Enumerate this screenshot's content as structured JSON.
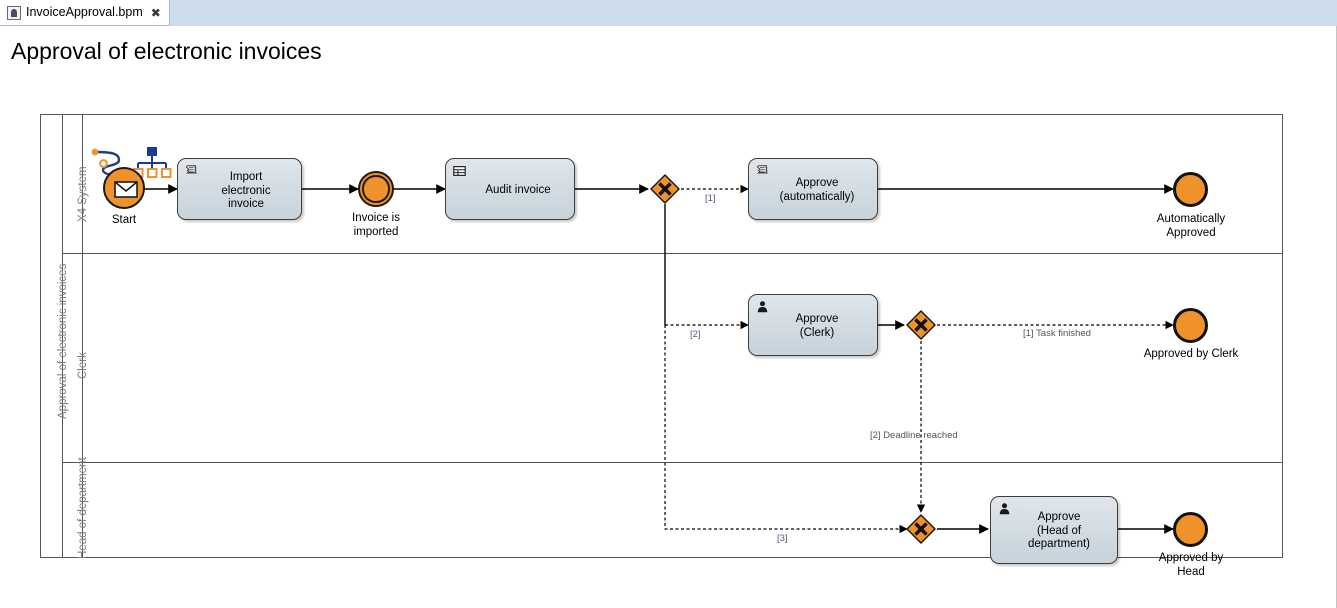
{
  "window": {
    "tab": {
      "title": "InvoiceApproval.bpm",
      "icon": "bpmn-file-icon",
      "close_glyph": "✖"
    }
  },
  "page": {
    "title": "Approval of electronic invoices"
  },
  "diagram": {
    "type": "bpmn",
    "pool": {
      "label": "Approval of electronic invoices"
    },
    "lanes": [
      {
        "id": "lane-x4-system",
        "label": "X4 System"
      },
      {
        "id": "lane-clerk",
        "label": "Clerk"
      },
      {
        "id": "lane-head-of-department",
        "label": "Head of department"
      }
    ],
    "decorations": [
      {
        "id": "deco-flow-loop-icon",
        "name": "process-flow-icon"
      },
      {
        "id": "deco-hierarchy-icon",
        "name": "org-hierarchy-icon"
      }
    ],
    "nodes": [
      {
        "id": "start",
        "kind": "start-event",
        "lane": "lane-x4-system",
        "label": "Start",
        "icon": "envelope-icon"
      },
      {
        "id": "import-invoice",
        "kind": "script-task",
        "lane": "lane-x4-system",
        "label": "Import\nelectronic\ninvoice",
        "icon": "script-icon"
      },
      {
        "id": "invoice-imported",
        "kind": "intermediate-event",
        "lane": "lane-x4-system",
        "label": "Invoice is\nimported",
        "icon": "none"
      },
      {
        "id": "audit-invoice",
        "kind": "business-rule-task",
        "lane": "lane-x4-system",
        "label": "Audit invoice",
        "icon": "table-icon"
      },
      {
        "id": "gateway-1",
        "kind": "exclusive-gateway",
        "lane": "lane-x4-system",
        "label": "",
        "icon": "x-icon"
      },
      {
        "id": "approve-auto",
        "kind": "script-task",
        "lane": "lane-x4-system",
        "label": "Approve\n(automatically)",
        "icon": "script-icon"
      },
      {
        "id": "end-auto",
        "kind": "end-event",
        "lane": "lane-x4-system",
        "label": "Automatically\nApproved",
        "icon": "none"
      },
      {
        "id": "approve-clerk",
        "kind": "user-task",
        "lane": "lane-clerk",
        "label": "Approve\n(Clerk)",
        "icon": "user-icon"
      },
      {
        "id": "gateway-2",
        "kind": "exclusive-gateway",
        "lane": "lane-clerk",
        "label": "",
        "icon": "x-icon"
      },
      {
        "id": "end-clerk",
        "kind": "end-event",
        "lane": "lane-clerk",
        "label": "Approved by Clerk",
        "icon": "none"
      },
      {
        "id": "gateway-3",
        "kind": "exclusive-gateway",
        "lane": "lane-head-of-department",
        "label": "",
        "icon": "x-icon"
      },
      {
        "id": "approve-head",
        "kind": "user-task",
        "lane": "lane-head-of-department",
        "label": "Approve\n(Head of\ndepartment)",
        "icon": "user-icon"
      },
      {
        "id": "end-head",
        "kind": "end-event",
        "lane": "lane-head-of-department",
        "label": "Approved by\nHead",
        "icon": "none"
      }
    ],
    "flows": [
      {
        "id": "f-start-import",
        "from": "start",
        "to": "import-invoice",
        "style": "solid",
        "label": ""
      },
      {
        "id": "f-import-imported",
        "from": "import-invoice",
        "to": "invoice-imported",
        "style": "solid",
        "label": ""
      },
      {
        "id": "f-imported-audit",
        "from": "invoice-imported",
        "to": "audit-invoice",
        "style": "solid",
        "label": ""
      },
      {
        "id": "f-audit-gw1",
        "from": "audit-invoice",
        "to": "gateway-1",
        "style": "solid",
        "label": ""
      },
      {
        "id": "f-gw1-auto",
        "from": "gateway-1",
        "to": "approve-auto",
        "style": "dashed",
        "label": "[1]"
      },
      {
        "id": "f-auto-end",
        "from": "approve-auto",
        "to": "end-auto",
        "style": "solid",
        "label": ""
      },
      {
        "id": "f-gw1-clerk",
        "from": "gateway-1",
        "to": "approve-clerk",
        "style": "dashed",
        "label": "[2]"
      },
      {
        "id": "f-clerk-gw2",
        "from": "approve-clerk",
        "to": "gateway-2",
        "style": "solid",
        "label": ""
      },
      {
        "id": "f-gw2-endclerk",
        "from": "gateway-2",
        "to": "end-clerk",
        "style": "dashed",
        "label": "[1] Task finished"
      },
      {
        "id": "f-gw2-gw3",
        "from": "gateway-2",
        "to": "gateway-3",
        "style": "dashed",
        "label": "[2] Deadline reached"
      },
      {
        "id": "f-gw1-gw3",
        "from": "gateway-1",
        "to": "gateway-3",
        "style": "dashed",
        "label": "[3]"
      },
      {
        "id": "f-gw3-head",
        "from": "gateway-3",
        "to": "approve-head",
        "style": "solid",
        "label": ""
      },
      {
        "id": "f-head-endhead",
        "from": "approve-head",
        "to": "end-head",
        "style": "solid",
        "label": ""
      }
    ],
    "colors": {
      "event_fill": "#f0922b",
      "gateway_fill": "#f0922b",
      "task_fill": "#cfd9e1",
      "flow_label": "#4c5a78",
      "lane_label": "#7b7b85",
      "tabbar": "#ccdcec"
    }
  }
}
